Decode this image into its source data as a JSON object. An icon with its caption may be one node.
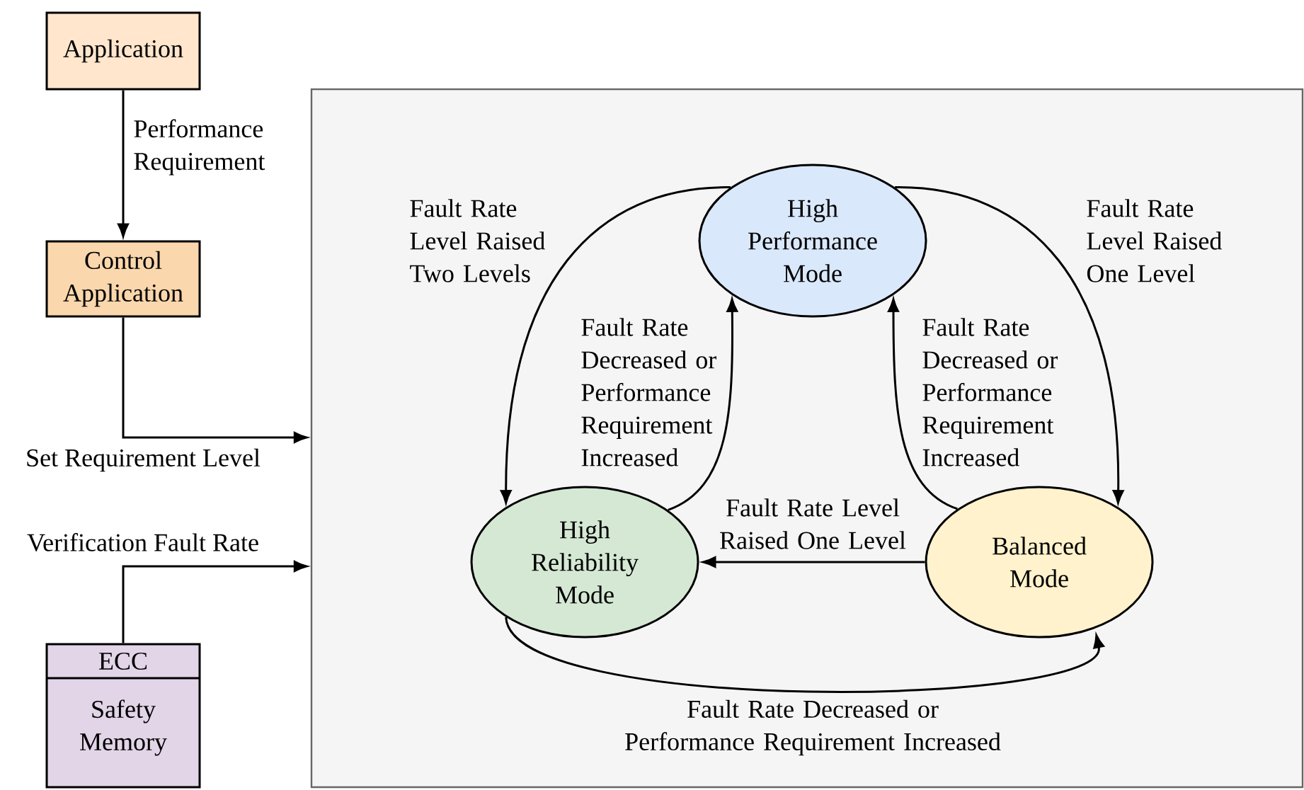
{
  "diagram": {
    "nodes": [
      {
        "text": [
          "Application"
        ]
      },
      {
        "text": [
          "Control Application"
        ]
      },
      {
        "text": [],
        "shape": "box"
      },
      {
        "text": [
          "High Performance Mode"
        ],
        "in": 2
      },
      {
        "text": [
          "High Reliability Mode"
        ],
        "in": 2
      },
      {
        "text": [
          "Balanced Mode"
        ],
        "in": 2
      },
      {
        "text": [
          "ECC",
          "Safety Memory"
        ]
      }
    ],
    "edges": [
      {
        "from": 0,
        "to": 1,
        "arrow": "to",
        "label": "Performance Requirement"
      },
      {
        "from": 1,
        "to": 2,
        "arrow": "to",
        "label": "Set Requirement Level"
      },
      {
        "from": 6,
        "to": 2,
        "arrow": "to",
        "label": "Verification Fault Rate"
      },
      {
        "from": 3,
        "to": 4,
        "arrow": "to",
        "label": "Fault Rate Level Raised Two Levels"
      },
      {
        "from": 3,
        "to": 5,
        "arrow": "to",
        "label": "Fault Rate Level Raised One Level"
      },
      {
        "from": 4,
        "to": 3,
        "arrow": "to",
        "label": "Fault Rate Decreased or Performance Requirement Increased"
      },
      {
        "from": 5,
        "to": 3,
        "arrow": "to",
        "label": "Fault Rate Decreased or Performance Requirement Increased"
      },
      {
        "from": 5,
        "to": 4,
        "arrow": "to",
        "label": "Fault Rate Level Raised One Level"
      },
      {
        "from": 4,
        "to": 5,
        "arrow": "to",
        "label": "Fault Rate Decreased or Performance Requirement Increased"
      }
    ]
  }
}
